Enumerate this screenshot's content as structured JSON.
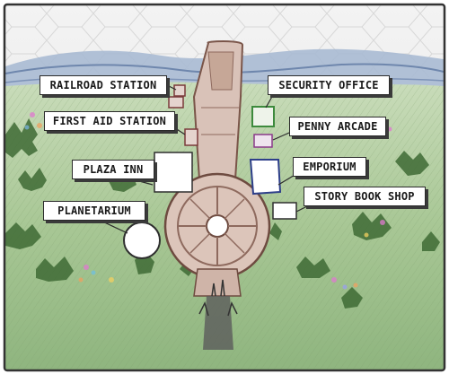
{
  "map": {
    "labels": {
      "railroad_station": "RAILROAD STATION",
      "first_aid_station": "FIRST AID STATION",
      "plaza_inn": "PLAZA INN",
      "planetarium": "PLANETARIUM",
      "security_office": "SECURITY OFFICE",
      "penny_arcade": "PENNY ARCADE",
      "emporium": "EMPORIUM",
      "story_book_shop": "STORY BOOK SHOP"
    },
    "colors": {
      "grass": "#9fc08a",
      "trees": "#3f6b35",
      "sky": "#e6e6e6",
      "mountains": "#8fa6c6",
      "street": "#b48a7a",
      "building_outline": "#2e2e2e",
      "security_office": "#3d8a3d",
      "penny_arcade": "#8a3a8a",
      "emporium": "#2e3f8a",
      "first_aid": "#7a3a3a",
      "frame": "#333333"
    }
  }
}
